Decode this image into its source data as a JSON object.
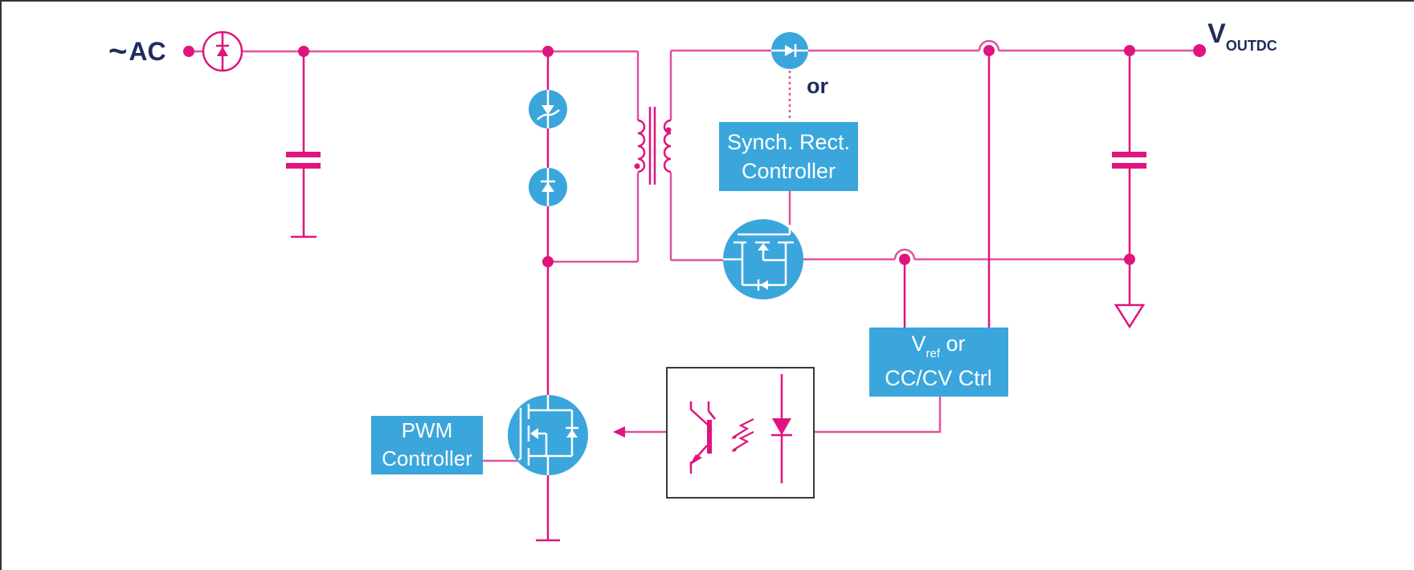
{
  "diagram": {
    "title": "",
    "colors": {
      "wire": "#e0529f",
      "node": "#e0147e",
      "component": "#3aa6dc",
      "label": "#1f2d5c",
      "box_border": "#222222"
    },
    "labels": {
      "ac_input": "~AC",
      "ac_tilde": "~",
      "ac_text": "AC",
      "vout_main": "V",
      "vout_sub": "OUTDC",
      "or_label": "or"
    },
    "blocks": {
      "synch_rect": {
        "line1": "Synch. Rect.",
        "line2": "Controller"
      },
      "vref": {
        "main": "V",
        "sub": "ref",
        "tail": " or",
        "line2": "CC/CV Ctrl"
      },
      "pwm": {
        "line1": "PWM",
        "line2": "Controller"
      }
    },
    "components": [
      {
        "id": "bridge-rectifier",
        "type": "diode-bridge"
      },
      {
        "id": "input-capacitor",
        "type": "capacitor"
      },
      {
        "id": "tvs-diode",
        "type": "tvs"
      },
      {
        "id": "clamp-diode",
        "type": "diode"
      },
      {
        "id": "transformer",
        "type": "transformer"
      },
      {
        "id": "output-diode",
        "type": "diode"
      },
      {
        "id": "sr-mosfet",
        "type": "mosfet"
      },
      {
        "id": "output-capacitor",
        "type": "capacitor"
      },
      {
        "id": "primary-mosfet",
        "type": "mosfet"
      },
      {
        "id": "optocoupler",
        "type": "optocoupler"
      },
      {
        "id": "ground",
        "type": "ground"
      }
    ]
  }
}
